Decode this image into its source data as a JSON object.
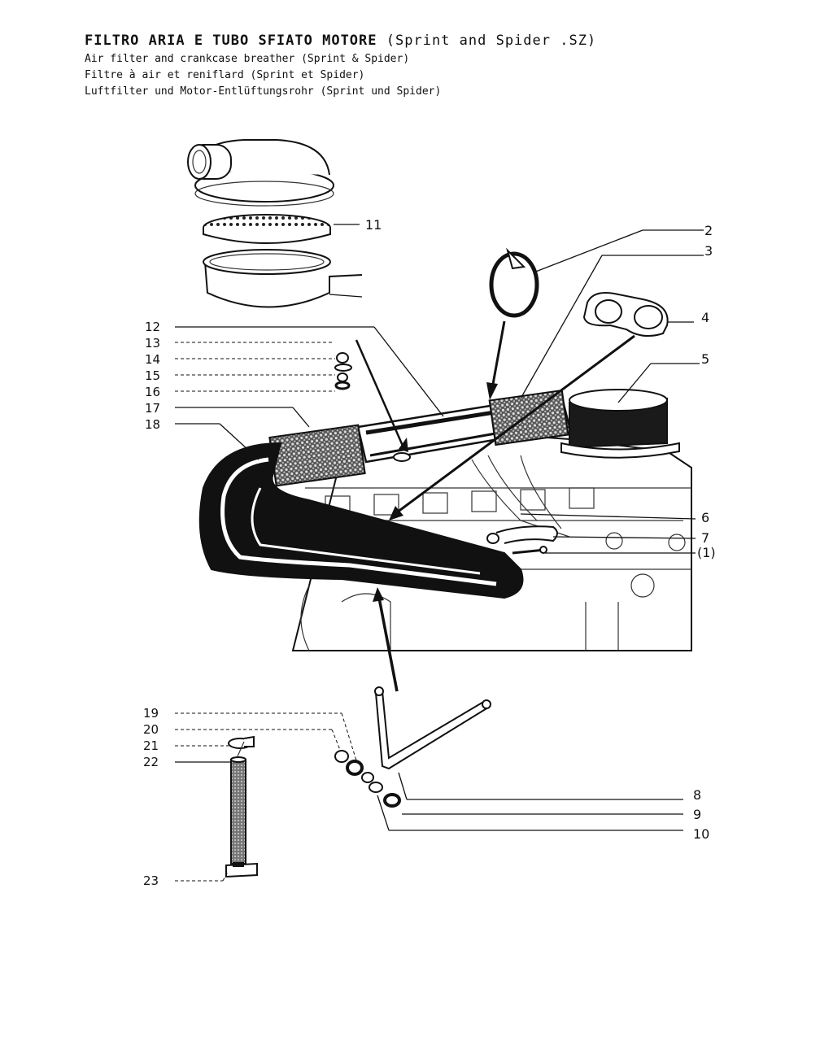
{
  "title": {
    "main": "FILTRO ARIA E TUBO SFIATO MOTORE",
    "variant": "(Sprint and Spider .SZ)",
    "en": "Air filter and crankcase breather (Sprint & Spider)",
    "fr": "Filtre à air et reniflard (Sprint et Spider)",
    "de": "Luftfilter und Motor-Entlüftungsrohr (Sprint und Spider)"
  },
  "callouts": {
    "n1": "(1)",
    "n2": "2",
    "n3": "3",
    "n4": "4",
    "n5": "5",
    "n6": "6",
    "n7": "7",
    "n8": "8",
    "n9": "9",
    "n10": "10",
    "n11": "11",
    "n12": "12",
    "n13": "13",
    "n14": "14",
    "n15": "15",
    "n16": "16",
    "n17": "17",
    "n18": "18",
    "n19": "19",
    "n20": "20",
    "n21": "21",
    "n22": "22",
    "n23": "23"
  }
}
